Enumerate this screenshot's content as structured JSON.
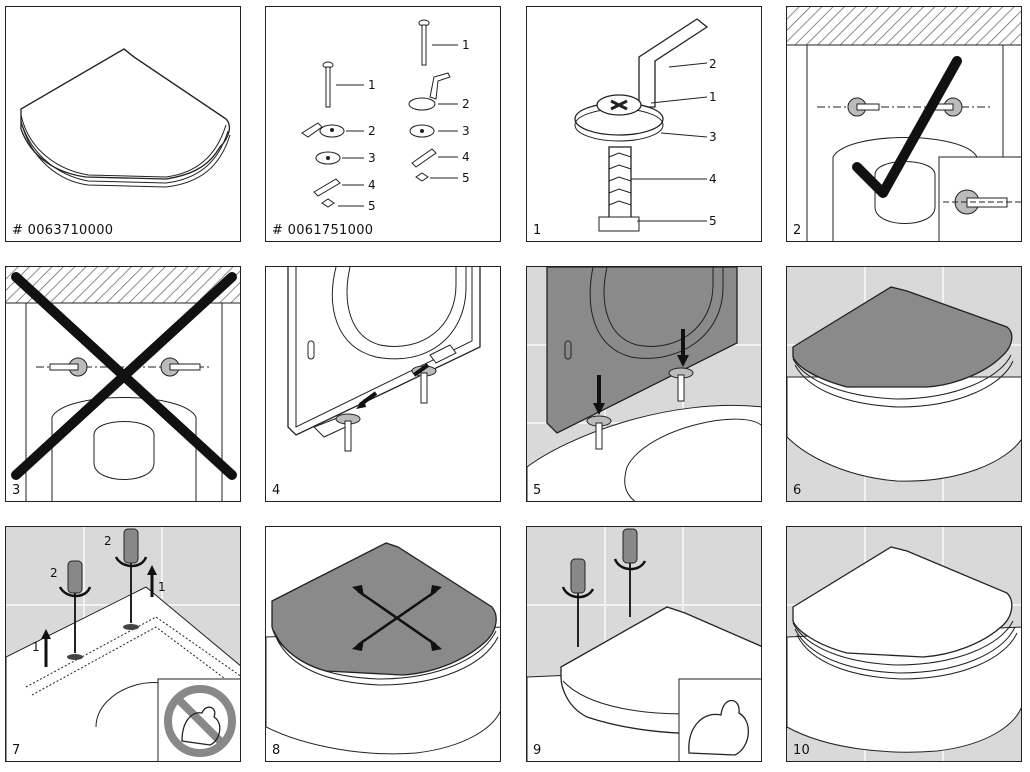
{
  "panels": [
    {
      "id": "p1",
      "code": "# 0063710000"
    },
    {
      "id": "p2",
      "code": "# 0061751000",
      "left_labels": [
        "1",
        "2",
        "3",
        "4",
        "5"
      ],
      "right_labels": [
        "1",
        "2",
        "3",
        "4",
        "5"
      ]
    },
    {
      "id": "p3",
      "step": "1",
      "labels": [
        "2",
        "1",
        "3",
        "4",
        "5"
      ]
    },
    {
      "id": "p4",
      "step": "2"
    },
    {
      "id": "p5",
      "step": "3"
    },
    {
      "id": "p6",
      "step": "4"
    },
    {
      "id": "p7",
      "step": "5"
    },
    {
      "id": "p8",
      "step": "6"
    },
    {
      "id": "p9",
      "step": "7",
      "callouts": [
        "2",
        "2",
        "1",
        "1"
      ]
    },
    {
      "id": "p10",
      "step": "8"
    },
    {
      "id": "p11",
      "step": "9"
    },
    {
      "id": "p12",
      "step": "10"
    }
  ],
  "colors": {
    "seat_dark": "#8a8a8a",
    "tile": "#d9d9d9",
    "line": "#222222",
    "hatch": "#666666"
  }
}
